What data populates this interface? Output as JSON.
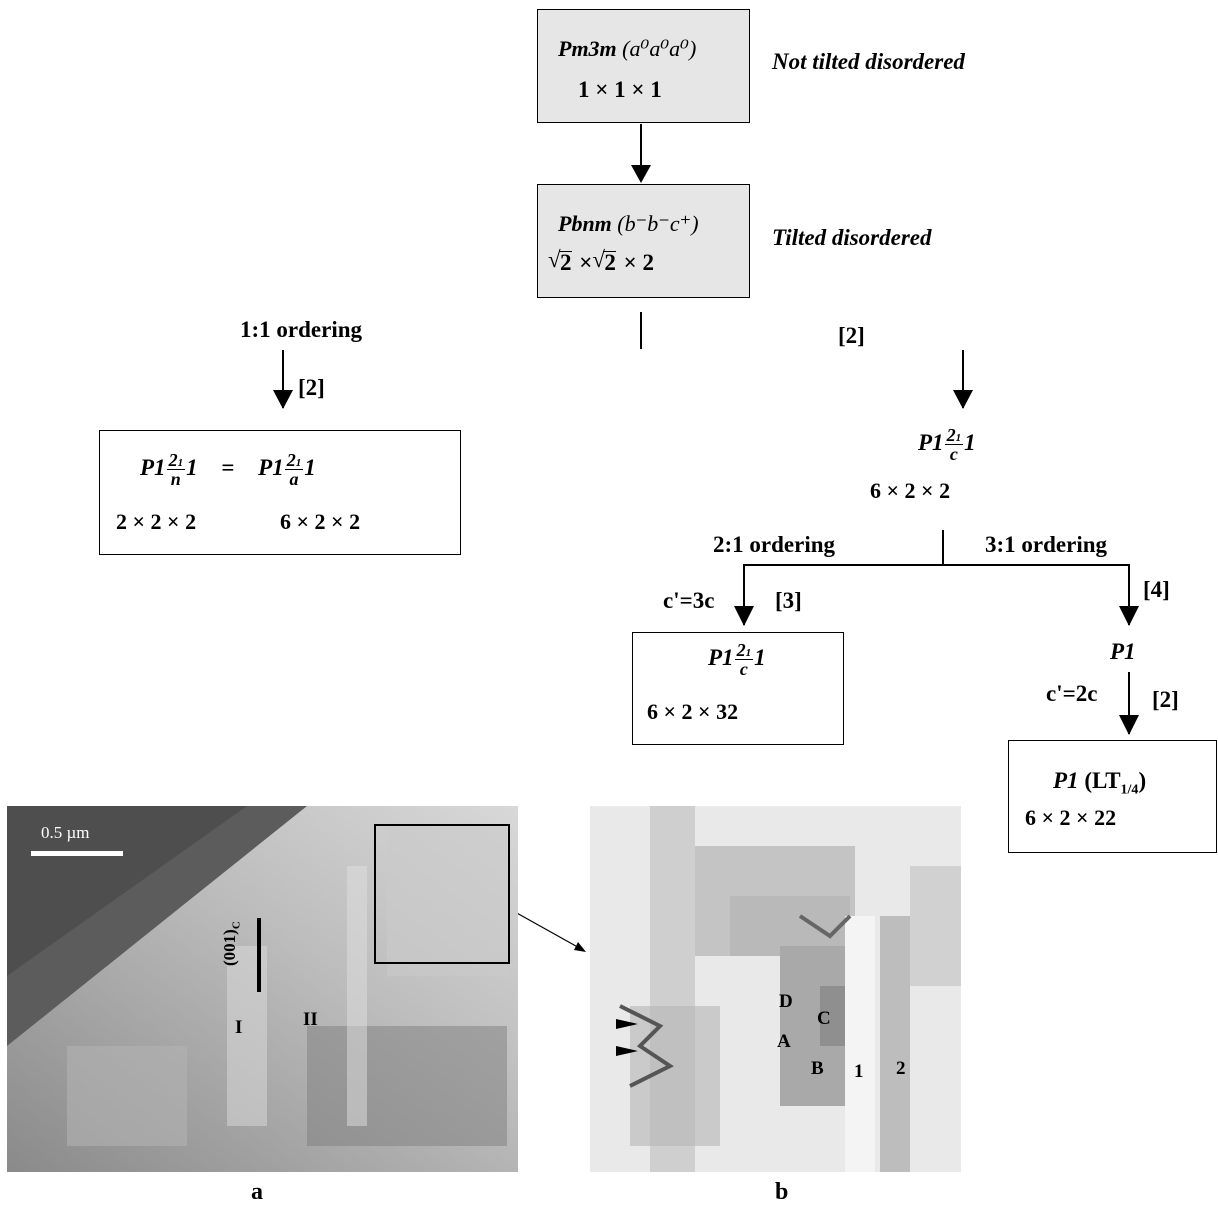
{
  "top": {
    "pm3m": {
      "group": "Pm3m",
      "tilt": "(a⁰a⁰a⁰)",
      "cell": "1 × 1 × 1",
      "label": "Not tilted disordered"
    },
    "pbnm": {
      "group": "Pbnm",
      "tilt": "(b⁻b⁻c⁺)",
      "cell_prefix": "2",
      "cell_mid": "2",
      "cell_suffix": "× 2",
      "label": "Tilted disordered"
    }
  },
  "left": {
    "ordering": "1:1 ordering",
    "ref": "[2]",
    "box": {
      "p1_left": "P1",
      "frac_left_num": "2",
      "frac_left_sub": "1",
      "frac_left_den": "n",
      "one_left": "1",
      "equals": "=",
      "p1_right": "P1",
      "frac_right_num": "2",
      "frac_right_sub": "1",
      "frac_right_den": "a",
      "one_right": "1",
      "cell_left": "2 × 2 × 2",
      "cell_right": "6 × 2 × 2"
    }
  },
  "right": {
    "ref_top": "[2]",
    "mid": {
      "p1": "P1",
      "frac_num": "2",
      "frac_sub": "1",
      "frac_den": "c",
      "one": "1",
      "cell": "6 × 2 × 2"
    },
    "ordering_21": "2:1 ordering",
    "ordering_31": "3:1 ordering",
    "c_prime_3": "c'=3c",
    "ref_3": "[3]",
    "ref_4": "[4]",
    "box21": {
      "p1": "P1",
      "frac_num": "2",
      "frac_sub": "1",
      "frac_den": "c",
      "one": "1",
      "cell": "6 × 2 × 32"
    },
    "p1_label": "P1",
    "c_prime_2": "c'=2c",
    "ref_2b": "[2]",
    "box31": {
      "p1": "P1",
      "lt": "(LT",
      "lt_sub": "1/4",
      "lt_close": ")",
      "cell": "6 × 2 × 22"
    }
  },
  "images": {
    "a": {
      "scale": "0.5 µm",
      "direction": "(001)",
      "direction_sub": "C",
      "region_1": "I",
      "region_2": "II",
      "caption": "a"
    },
    "b": {
      "labels": [
        "D",
        "C",
        "A",
        "B",
        "1",
        "2"
      ],
      "caption": "b"
    }
  }
}
